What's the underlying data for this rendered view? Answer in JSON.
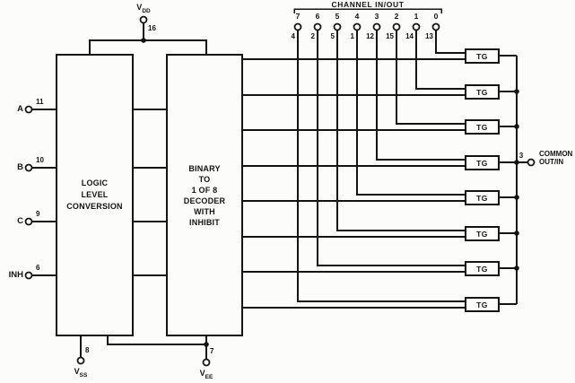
{
  "diagram": {
    "title": "CHANNEL IN/OUT",
    "channels": [
      {
        "ch": "7",
        "pin": "4"
      },
      {
        "ch": "6",
        "pin": "2"
      },
      {
        "ch": "5",
        "pin": "5"
      },
      {
        "ch": "4",
        "pin": "1"
      },
      {
        "ch": "3",
        "pin": "12"
      },
      {
        "ch": "2",
        "pin": "15"
      },
      {
        "ch": "1",
        "pin": "14"
      },
      {
        "ch": "0",
        "pin": "13"
      }
    ],
    "inputs": [
      {
        "label": "A",
        "pin": "11"
      },
      {
        "label": "B",
        "pin": "10"
      },
      {
        "label": "C",
        "pin": "9"
      },
      {
        "label": "INH",
        "pin": "6"
      }
    ],
    "blocks": {
      "logic_level_lines": [
        "LOGIC",
        "LEVEL",
        "CONVERSION"
      ],
      "decoder_lines": [
        "BINARY",
        "TO",
        "1 OF 8",
        "DECODER",
        "WITH",
        "INHIBIT"
      ],
      "tg_label": "TG"
    },
    "power": {
      "vdd": {
        "main": "V",
        "sub": "DD",
        "pin": "16"
      },
      "vss": {
        "main": "V",
        "sub": "SS",
        "pin": "8"
      },
      "vee": {
        "main": "V",
        "sub": "EE",
        "pin": "7"
      }
    },
    "common": {
      "line1": "COMMON",
      "line2": "OUT/IN",
      "pin": "3"
    },
    "colors": {
      "line": "#141414",
      "background": "#fcfcfa"
    }
  }
}
